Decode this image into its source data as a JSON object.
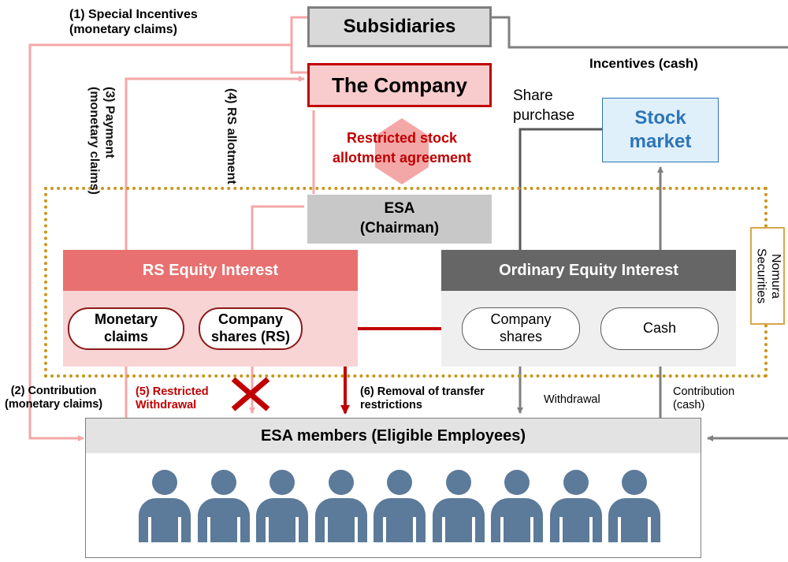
{
  "nodes": {
    "subsidiaries": "Subsidiaries",
    "company": "The Company",
    "stock_market": [
      "Stock",
      "market"
    ],
    "esa": [
      "ESA",
      "(Chairman)"
    ],
    "nomura": "Nomura Securities",
    "rs_equity": "RS Equity Interest",
    "ordinary_equity": "Ordinary Equity Interest",
    "monetary_claims": [
      "Monetary",
      "claims"
    ],
    "company_shares_rs": [
      "Company",
      "shares (RS)"
    ],
    "company_shares": [
      "Company",
      "shares"
    ],
    "cash": "Cash",
    "esa_members": "ESA members (Eligible Employees)"
  },
  "labels": {
    "special_incentives": [
      "(1) Special Incentives",
      "(monetary claims)"
    ],
    "incentives_cash": "Incentives (cash)",
    "share_purchase": [
      "Share",
      "purchase"
    ],
    "restricted_agreement": [
      "Restricted stock",
      "allotment agreement"
    ],
    "payment": [
      "(3) Payment",
      "(monetary claims)"
    ],
    "rs_allotment": "(4) RS allotment",
    "contribution_monetary": [
      "(2) Contribution",
      "(monetary claims)"
    ],
    "restricted_withdrawal": [
      "(5) Restricted",
      "Withdrawal"
    ],
    "removal": [
      "(6) Removal of transfer",
      "restrictions"
    ],
    "withdrawal": "Withdrawal",
    "contribution_cash": [
      "Contribution",
      "(cash)"
    ]
  },
  "employee_count": 9,
  "colors": {
    "pink_line": "#f4a7a7",
    "red": "#c00000",
    "gray_line": "#7f7f7f",
    "dark_gray_line": "#595959",
    "rs_header": "#e87070",
    "rs_body": "#f9d4d4",
    "ord_header": "#666666",
    "ord_body": "#efefef",
    "company_fill": "#f8cccc",
    "stock_fill": "#dff0fb",
    "stock_text": "#2e75b6",
    "dotted_border": "#c9961a",
    "person": "#5c7a99"
  }
}
